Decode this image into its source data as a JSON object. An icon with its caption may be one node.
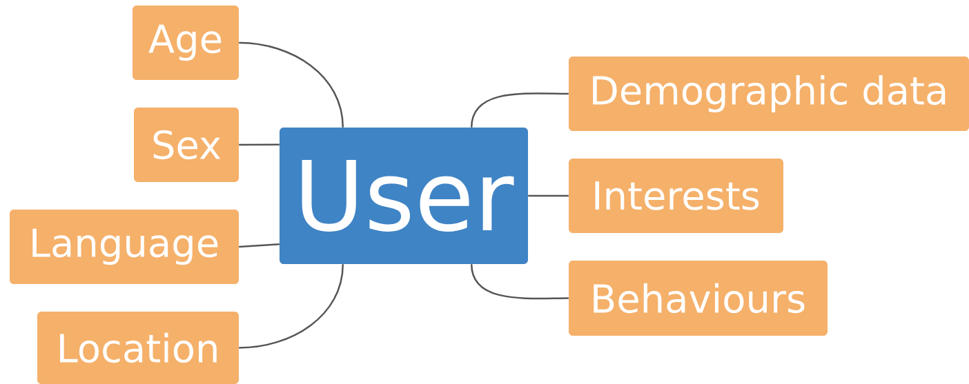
{
  "diagram": {
    "nodes": [
      {
        "text": [
          "User"
        ]
      },
      {
        "text": [
          "Age"
        ]
      },
      {
        "text": [
          "Sex"
        ]
      },
      {
        "text": [
          "Language"
        ]
      },
      {
        "text": [
          "Location"
        ]
      },
      {
        "text": [
          "Demographic data"
        ]
      },
      {
        "text": [
          "Interests"
        ]
      },
      {
        "text": [
          "Behaviours"
        ]
      }
    ],
    "edges": [
      {
        "from": 0,
        "to": 1,
        "arrow": "none"
      },
      {
        "from": 0,
        "to": 2,
        "arrow": "none"
      },
      {
        "from": 0,
        "to": 3,
        "arrow": "none"
      },
      {
        "from": 0,
        "to": 4,
        "arrow": "none"
      },
      {
        "from": 0,
        "to": 5,
        "arrow": "none"
      },
      {
        "from": 0,
        "to": 6,
        "arrow": "none"
      },
      {
        "from": 0,
        "to": 7,
        "arrow": "none"
      }
    ]
  }
}
